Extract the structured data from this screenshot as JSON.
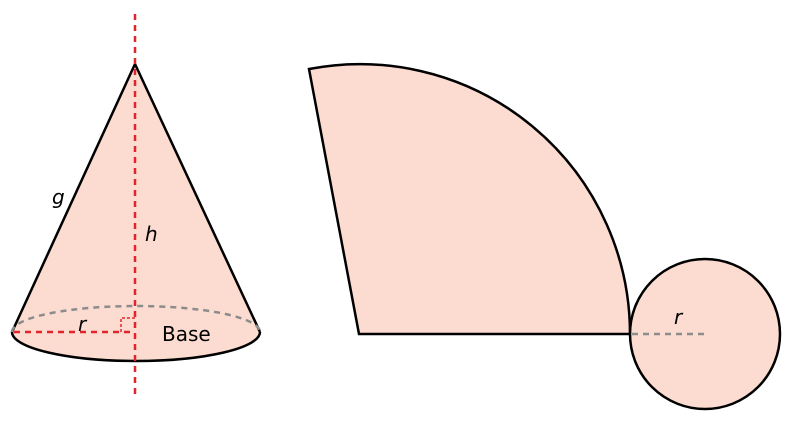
{
  "colors": {
    "fill": "#fcdbd1",
    "stroke": "#000000",
    "axis_dashed": "#e0262b",
    "radius_dashed_grey": "#8c8c8c"
  },
  "cone": {
    "slant_label": "g",
    "height_label": "h",
    "radius_label": "r",
    "base_label": "Base"
  },
  "net": {
    "radius_label": "r"
  }
}
